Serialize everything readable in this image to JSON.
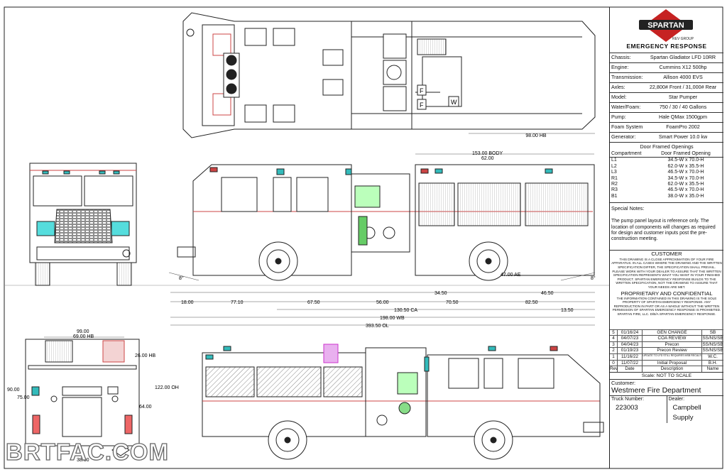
{
  "brand": {
    "name": "SPARTAN",
    "group": "REV GROUP",
    "subtitle": "EMERGENCY RESPONSE"
  },
  "specs": [
    {
      "label": "Chassis:",
      "value": "Spartan Gladiator LFD 10RR"
    },
    {
      "label": "Engine:",
      "value": "Cummins X12 500hp"
    },
    {
      "label": "Transmission:",
      "value": "Allison 4000 EVS"
    },
    {
      "label": "Axles:",
      "value": "22,800# Front / 31,000# Rear"
    },
    {
      "label": "Model:",
      "value": "Star Pumper"
    },
    {
      "label": "Water/Foam:",
      "value": "750 / 30 / 40 Gallons"
    },
    {
      "label": "Pump:",
      "value": "Hale QMax 1500gpm"
    },
    {
      "label": "Foam System:",
      "value": "FoamPro 2002"
    },
    {
      "label": "Generator:",
      "value": "Smart Power 10.0 kw"
    }
  ],
  "openings": {
    "title": "Door Framed Openings",
    "headers": [
      "Compartment",
      "Door Framed Opening"
    ],
    "rows": [
      [
        "L1",
        "34.5-W x 70.0-H"
      ],
      [
        "L2",
        "62.0-W x 35.5-H"
      ],
      [
        "L3",
        "46.5-W x 70.0-H"
      ],
      [
        "R1",
        "34.5-W x 70.0-H"
      ],
      [
        "R2",
        "62.0-W x 35.5-H"
      ],
      [
        "R3",
        "46.5-W x 70.0-H"
      ],
      [
        "B1",
        "38.0-W x 35.0-H"
      ]
    ]
  },
  "notes": {
    "title": "Special Notes:",
    "text": "The pump panel layout is reference only. The location of components will changes as required for design and customer inputs post the pre-construction meeting."
  },
  "customer_notice": {
    "title": "CUSTOMER",
    "text": "THIS DRAWING IS A CLOSE APPROXIMATION OF YOUR FIRE APPARATUS. IN ALL CASES WHERE THE DRAWING AND THE WRITTEN SPECIFICATION DIFFER, THE SPECIFICATION SHALL PREVAIL. PLEASE WORK WITH YOUR DEALER TO ASSURE THAT THE WRITTEN SPECIFICATION REPRESENTS WHAT YOU WANT IN YOUR FINISHED PRODUCT. SPARTAN EMERGENCY RESPONSE BUILDS TO THE WRITTEN SPECIFICATION, NOT THE DRAWING TO ASSURE THAT YOUR NEEDS ARE MET."
  },
  "proprietary_notice": {
    "title": "PROPRIETARY AND CONFIDENTIAL",
    "text": "THE INFORMATION CONTAINED IN THIS DRAWING IS THE SOLE PROPERTY OF SPARTAN EMERGENCY RESPONSE. ANY REPRODUCTION IN PART OR AS A WHOLE WITHOUT THE WRITTEN PERMISSION OF SPARTAN EMERGENCY RESPONSE IS PROHIBITED. SPARTAN FIRE, LLC. D/B/A SPARTAN EMERGENCY RESPONSE."
  },
  "revisions": {
    "headers": [
      "Rev",
      "Date",
      "Description",
      "Name"
    ],
    "rows": [
      [
        "5",
        "01/16/24",
        "GEN CHANGE",
        "SB"
      ],
      [
        "4",
        "04/07/23",
        "COA REVIEW",
        "SS/NS/SB"
      ],
      [
        "3",
        "04/04/23",
        "Precon",
        "SS/NS/SB"
      ],
      [
        "2",
        "01/19/23",
        "Precon Review",
        "SS/NS/SB"
      ],
      [
        "1",
        "11/16/22",
        "UPDATE TO LFD STILL REQUIRES MSB RECALS",
        "W.C."
      ],
      [
        "0",
        "11/07/22",
        "Initial Proposal",
        "B.H."
      ]
    ]
  },
  "scale": "Scale: NOT TO SCALE",
  "customer": {
    "label": "Customer:",
    "name": "Westmere Fire Department"
  },
  "truck": {
    "label": "Truck Number:",
    "number": "223003"
  },
  "dealer": {
    "label": "Dealer:",
    "name": "Campbell Supply"
  },
  "dimensions": {
    "hb_top": "98.00 HB",
    "body": "153.00 BODY",
    "body_inner": "62.00",
    "ae": "47.00 AE",
    "angle_left": "8°",
    "angle_right": "8°",
    "d1": "18.00",
    "d2": "77.10",
    "d3": "67.50",
    "d4": "56.00",
    "d5": "34.50",
    "d6": "70.50",
    "d7": "46.50",
    "d8": "82.50",
    "d9": "13.50",
    "ca": "130.50 CA",
    "wb": "198.00 WB",
    "ol": "393.50 OL",
    "w99": "99.00",
    "hb69": "69.00 HB",
    "hb26": "26.00 HB",
    "h122": "122.00 OH",
    "h90": "90.00",
    "h75": "75.00",
    "h64": "64.00",
    "w38": "38.00"
  },
  "markers": {
    "front": "F",
    "water": "W"
  },
  "watermark": "BRTFAC.COM"
}
